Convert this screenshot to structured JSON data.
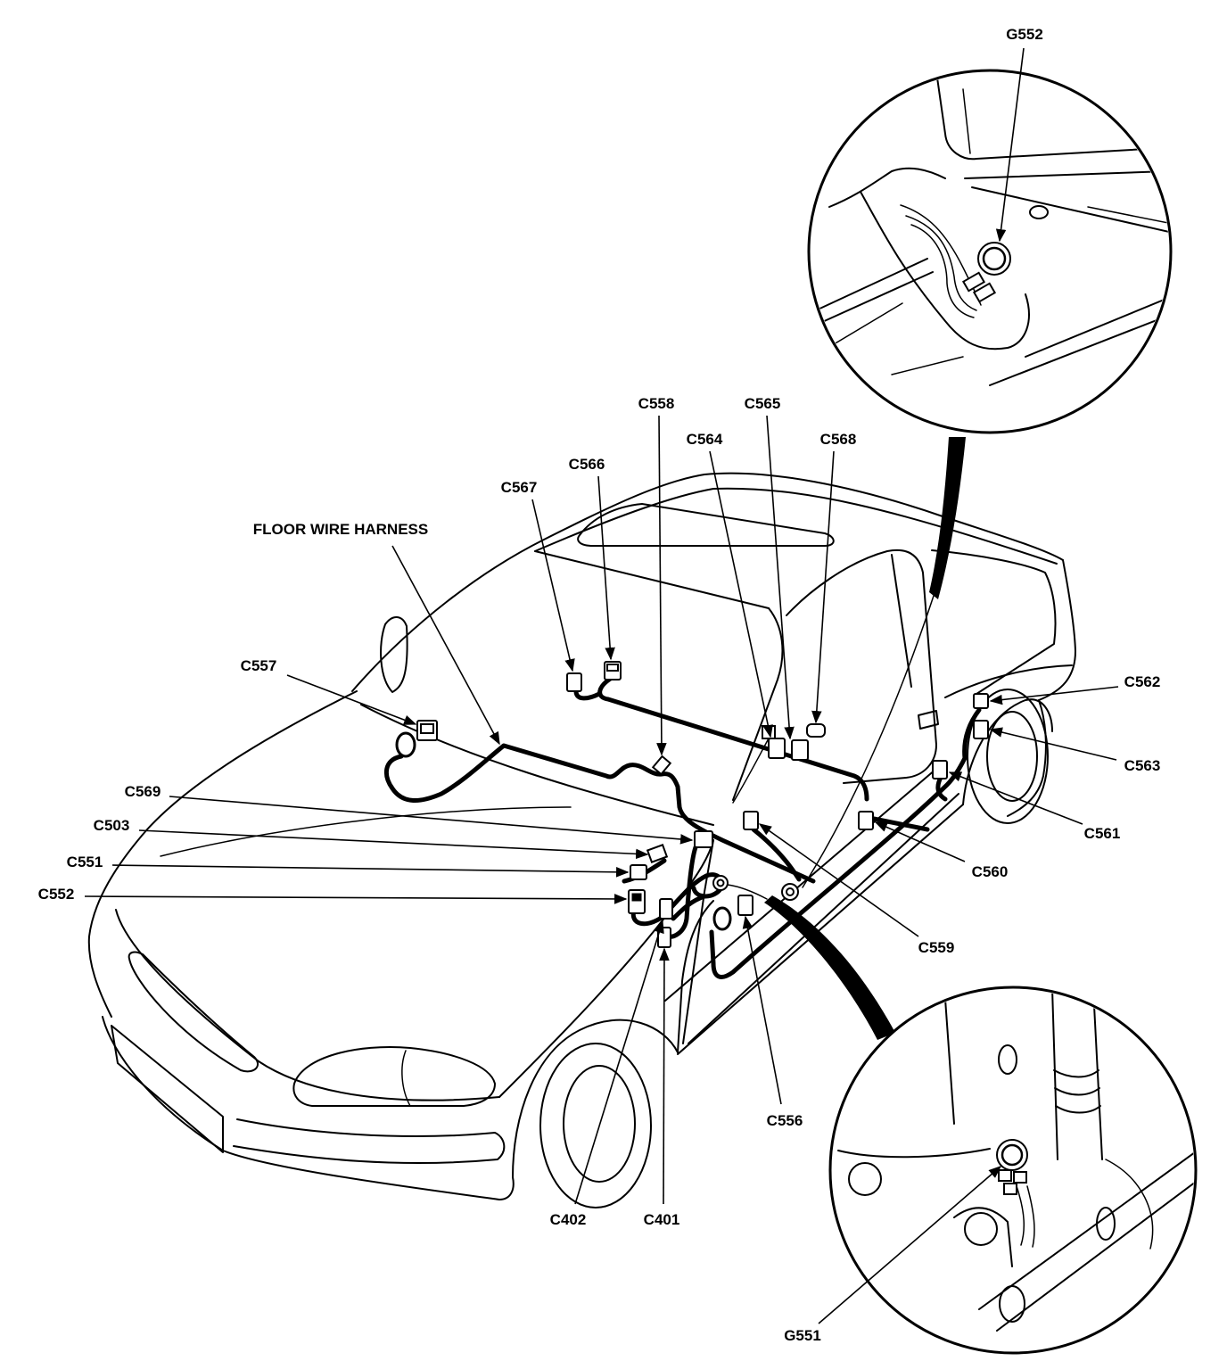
{
  "figure": {
    "harness_label": "FLOOR WIRE HARNESS"
  },
  "callouts": {
    "g552": "G552",
    "g551": "G551",
    "c558": "C558",
    "c565": "C565",
    "c564": "C564",
    "c568": "C568",
    "c566": "C566",
    "c567": "C567",
    "c557": "C557",
    "c562": "C562",
    "c563": "C563",
    "c569": "C569",
    "c561": "C561",
    "c503": "C503",
    "c551": "C551",
    "c560": "C560",
    "c552": "C552",
    "c559": "C559",
    "c556": "C556",
    "c402": "C402",
    "c401": "C401"
  }
}
